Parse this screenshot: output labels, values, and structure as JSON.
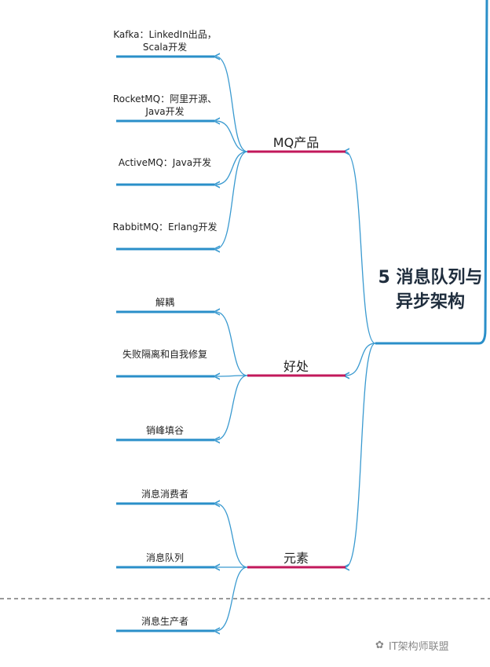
{
  "root": {
    "label": "5 消息队列与异步架构"
  },
  "branches": [
    {
      "label": "MQ产品",
      "children": [
        "Kafka：LinkedIn出品，Scala开发",
        "RocketMQ：阿里开源、Java开发",
        "ActiveMQ：Java开发",
        "RabbitMQ：Erlang开发"
      ]
    },
    {
      "label": "好处",
      "children": [
        "解耦",
        "失败隔离和自我修复",
        "销峰填谷"
      ]
    },
    {
      "label": "元素",
      "children": [
        "消息消费者",
        "消息队列",
        "消息生产者"
      ]
    }
  ],
  "watermark": "IT架构师联盟",
  "colors": {
    "branch": "#c2185b",
    "leaf": "#2a8fc9",
    "connector": "#3a9ad0"
  }
}
